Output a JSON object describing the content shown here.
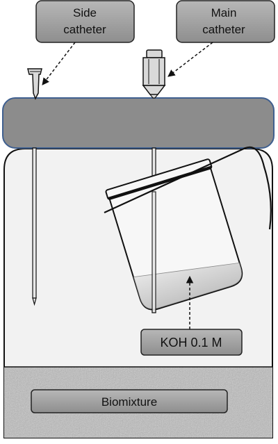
{
  "labels": {
    "side_catheter": [
      "Side",
      "catheter"
    ],
    "main_catheter": [
      "Main",
      "catheter"
    ],
    "koh": "KOH 0.1 M",
    "biomixture": "Biomixture"
  },
  "colors": {
    "label_box": "#9e9e9e",
    "lid_fill": "#8c8c8c",
    "lid_stroke": "#3f5f8f",
    "jar_fill": "#f2f2f2",
    "outline": "#111111",
    "liquid": "#d4d4d4",
    "biomixture_fill": "#b9b9b9"
  }
}
